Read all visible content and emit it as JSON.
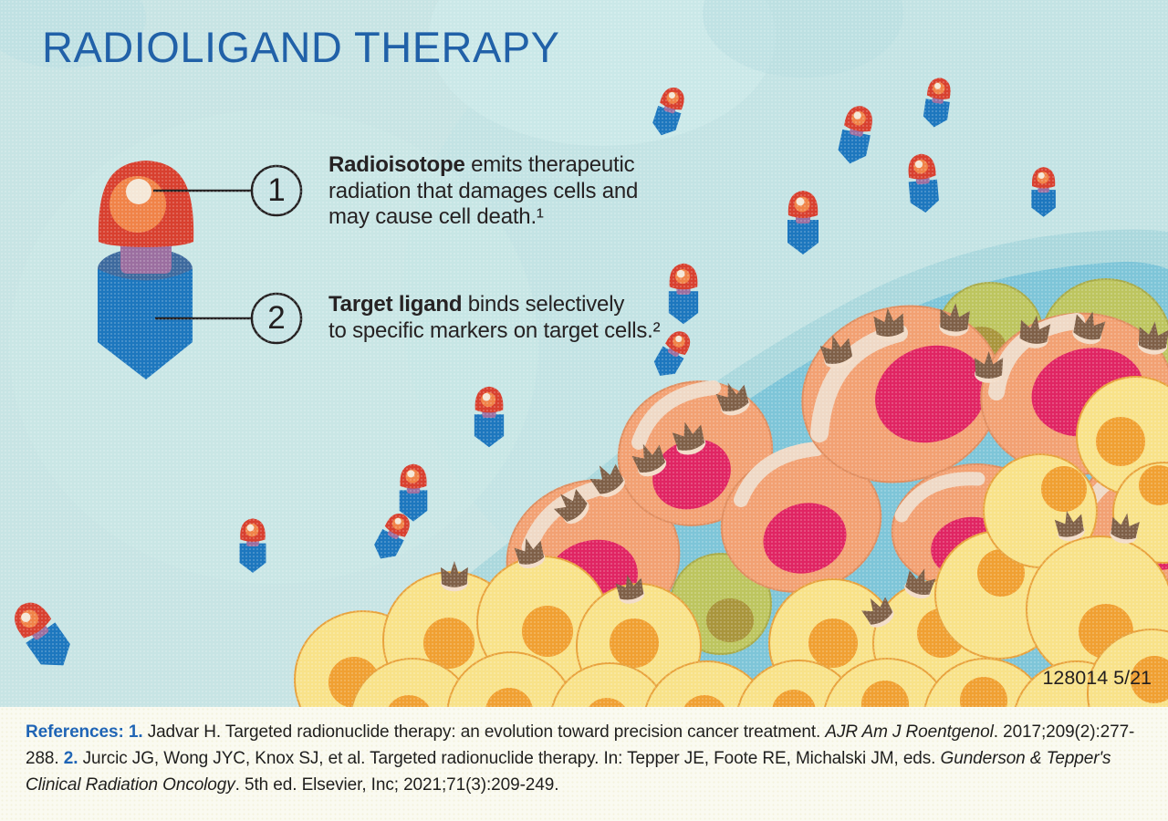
{
  "title": "RADIOLIGAND THERAPY",
  "callout1": {
    "number": "1",
    "bold": "Radioisotope",
    "line1_rest": " emits therapeutic",
    "line2": "radiation that damages cells and",
    "line3": "may cause cell death.¹"
  },
  "callout2": {
    "number": "2",
    "bold": "Target ligand",
    "line1_rest": " binds selectively",
    "line2": "to specific markers on target cells.²"
  },
  "job_code": "128014 5/21",
  "references": {
    "label": "References: ",
    "ref1_num": "1.",
    "ref1_text": " Jadvar H. Targeted radionuclide therapy: an evolution toward precision cancer treatment. ",
    "ref1_italic": "AJR Am J Roentgenol",
    "ref1_tail": ". 2017;209(2):277-288. ",
    "ref2_num": "2.",
    "ref2_text": " Jurcic JG, Wong JYC, Knox SJ, et al. Targeted radionuclide therapy. In: Tepper JE, Foote RE, Michalski JM, eds. ",
    "ref2_italic": "Gunderson & Tepper's Clinical Radiation Oncology",
    "ref2_tail": ". 5th ed. Elsevier, Inc; 2021;71(3):209-249."
  },
  "illustration": {
    "radioisotope_icon_color": "#d8402f",
    "radioisotope_core_color": "#f08348",
    "radioisotope_highlight_color": "#f4e7d7",
    "linker_color": "#9b6fa0",
    "target_ligand_color": "#1d77be",
    "ligand_shadow_color": "#3e6a9e",
    "target_cell_color": "#f2a173",
    "target_cell_nucleus_color": "#e02563",
    "target_cell_highlight_color": "#efd9c6",
    "marker_color": "#7f6048",
    "healthy_cell_color": "#f8e289",
    "healthy_cell_nucleus_color": "#f0a032",
    "other_cell_color": "#bdc55f",
    "other_cell_nucleus_color": "#a9953c",
    "tissue_mound_color": "#7ec5d8",
    "tissue_halo_color": "#abd8dd",
    "background_color": "#c7e4e4",
    "footer_background_color": "#fafaf1",
    "title_color": "#2161a8",
    "reference_accent_color": "#1c63b7",
    "text_color": "#262223"
  }
}
